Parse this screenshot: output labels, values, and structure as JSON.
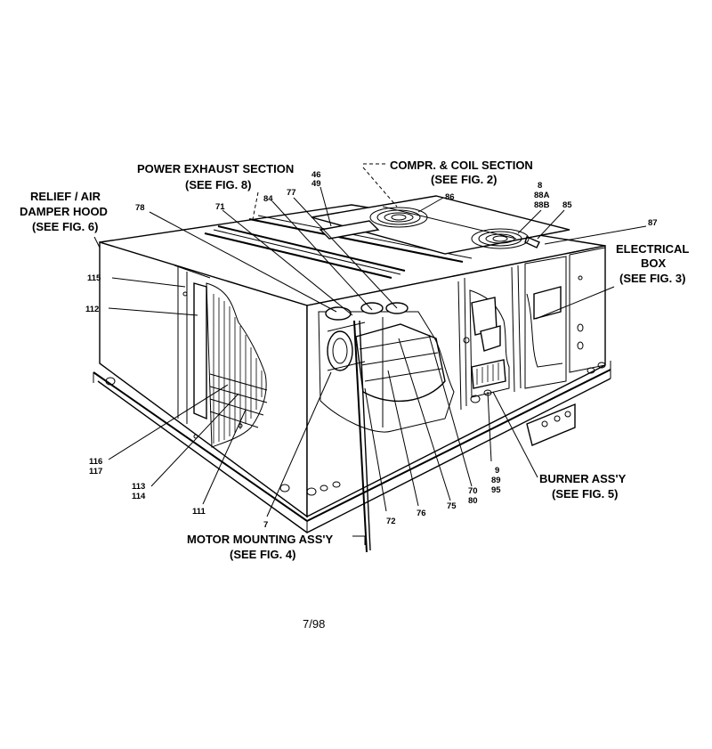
{
  "callouts": {
    "power_exhaust_1": "POWER EXHAUST SECTION",
    "power_exhaust_2": "(SEE FIG. 8)",
    "compr_1": "COMPR. & COIL SECTION",
    "compr_2": "(SEE FIG. 2)",
    "relief_1": "RELIEF / AIR",
    "relief_2": "DAMPER HOOD",
    "relief_3": "(SEE FIG. 6)",
    "electrical_1": "ELECTRICAL",
    "electrical_2": "BOX",
    "electrical_3": "(SEE FIG. 3)",
    "burner_1": "BURNER ASS'Y",
    "burner_2": "(SEE FIG. 5)",
    "motor_1": "MOTOR MOUNTING ASS'Y",
    "motor_2": "(SEE FIG. 4)"
  },
  "parts": {
    "p46": "46",
    "p49": "49",
    "p86": "86",
    "p8": "8",
    "p88a": "88A",
    "p88b": "88B",
    "p85": "85",
    "p87": "87",
    "p78": "78",
    "p71": "71",
    "p84": "84",
    "p77": "77",
    "p115a": "115",
    "p112": "112",
    "p116": "116",
    "p117": "117",
    "p113": "113",
    "p114": "114",
    "p111": "111",
    "p7": "7",
    "p72": "72",
    "p76": "76",
    "p75": "75",
    "p70": "70",
    "p80": "80",
    "p9": "9",
    "p89": "89",
    "p95": "95"
  },
  "footer": {
    "date": "7/98"
  }
}
